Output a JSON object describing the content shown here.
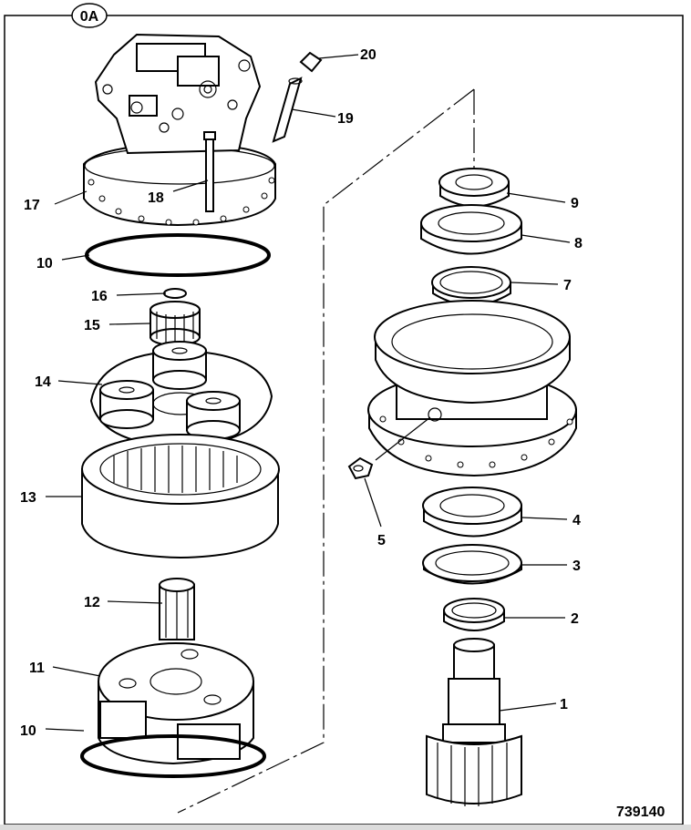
{
  "figure": {
    "view_badge": "0A",
    "reference_number": "739140",
    "colors": {
      "line": "#000000",
      "background": "#ffffff",
      "bottom_bar": "#dcdcdc"
    }
  },
  "callouts": [
    {
      "id": "1",
      "text": "1"
    },
    {
      "id": "2",
      "text": "2"
    },
    {
      "id": "3",
      "text": "3"
    },
    {
      "id": "4",
      "text": "4"
    },
    {
      "id": "5",
      "text": "5"
    },
    {
      "id": "7",
      "text": "7"
    },
    {
      "id": "8",
      "text": "8"
    },
    {
      "id": "9",
      "text": "9"
    },
    {
      "id": "10a",
      "text": "10"
    },
    {
      "id": "10b",
      "text": "10"
    },
    {
      "id": "11",
      "text": "11"
    },
    {
      "id": "12",
      "text": "12"
    },
    {
      "id": "13",
      "text": "13"
    },
    {
      "id": "14",
      "text": "14"
    },
    {
      "id": "15",
      "text": "15"
    },
    {
      "id": "16",
      "text": "16"
    },
    {
      "id": "17",
      "text": "17"
    },
    {
      "id": "18",
      "text": "18"
    },
    {
      "id": "19",
      "text": "19"
    },
    {
      "id": "20",
      "text": "20"
    }
  ]
}
